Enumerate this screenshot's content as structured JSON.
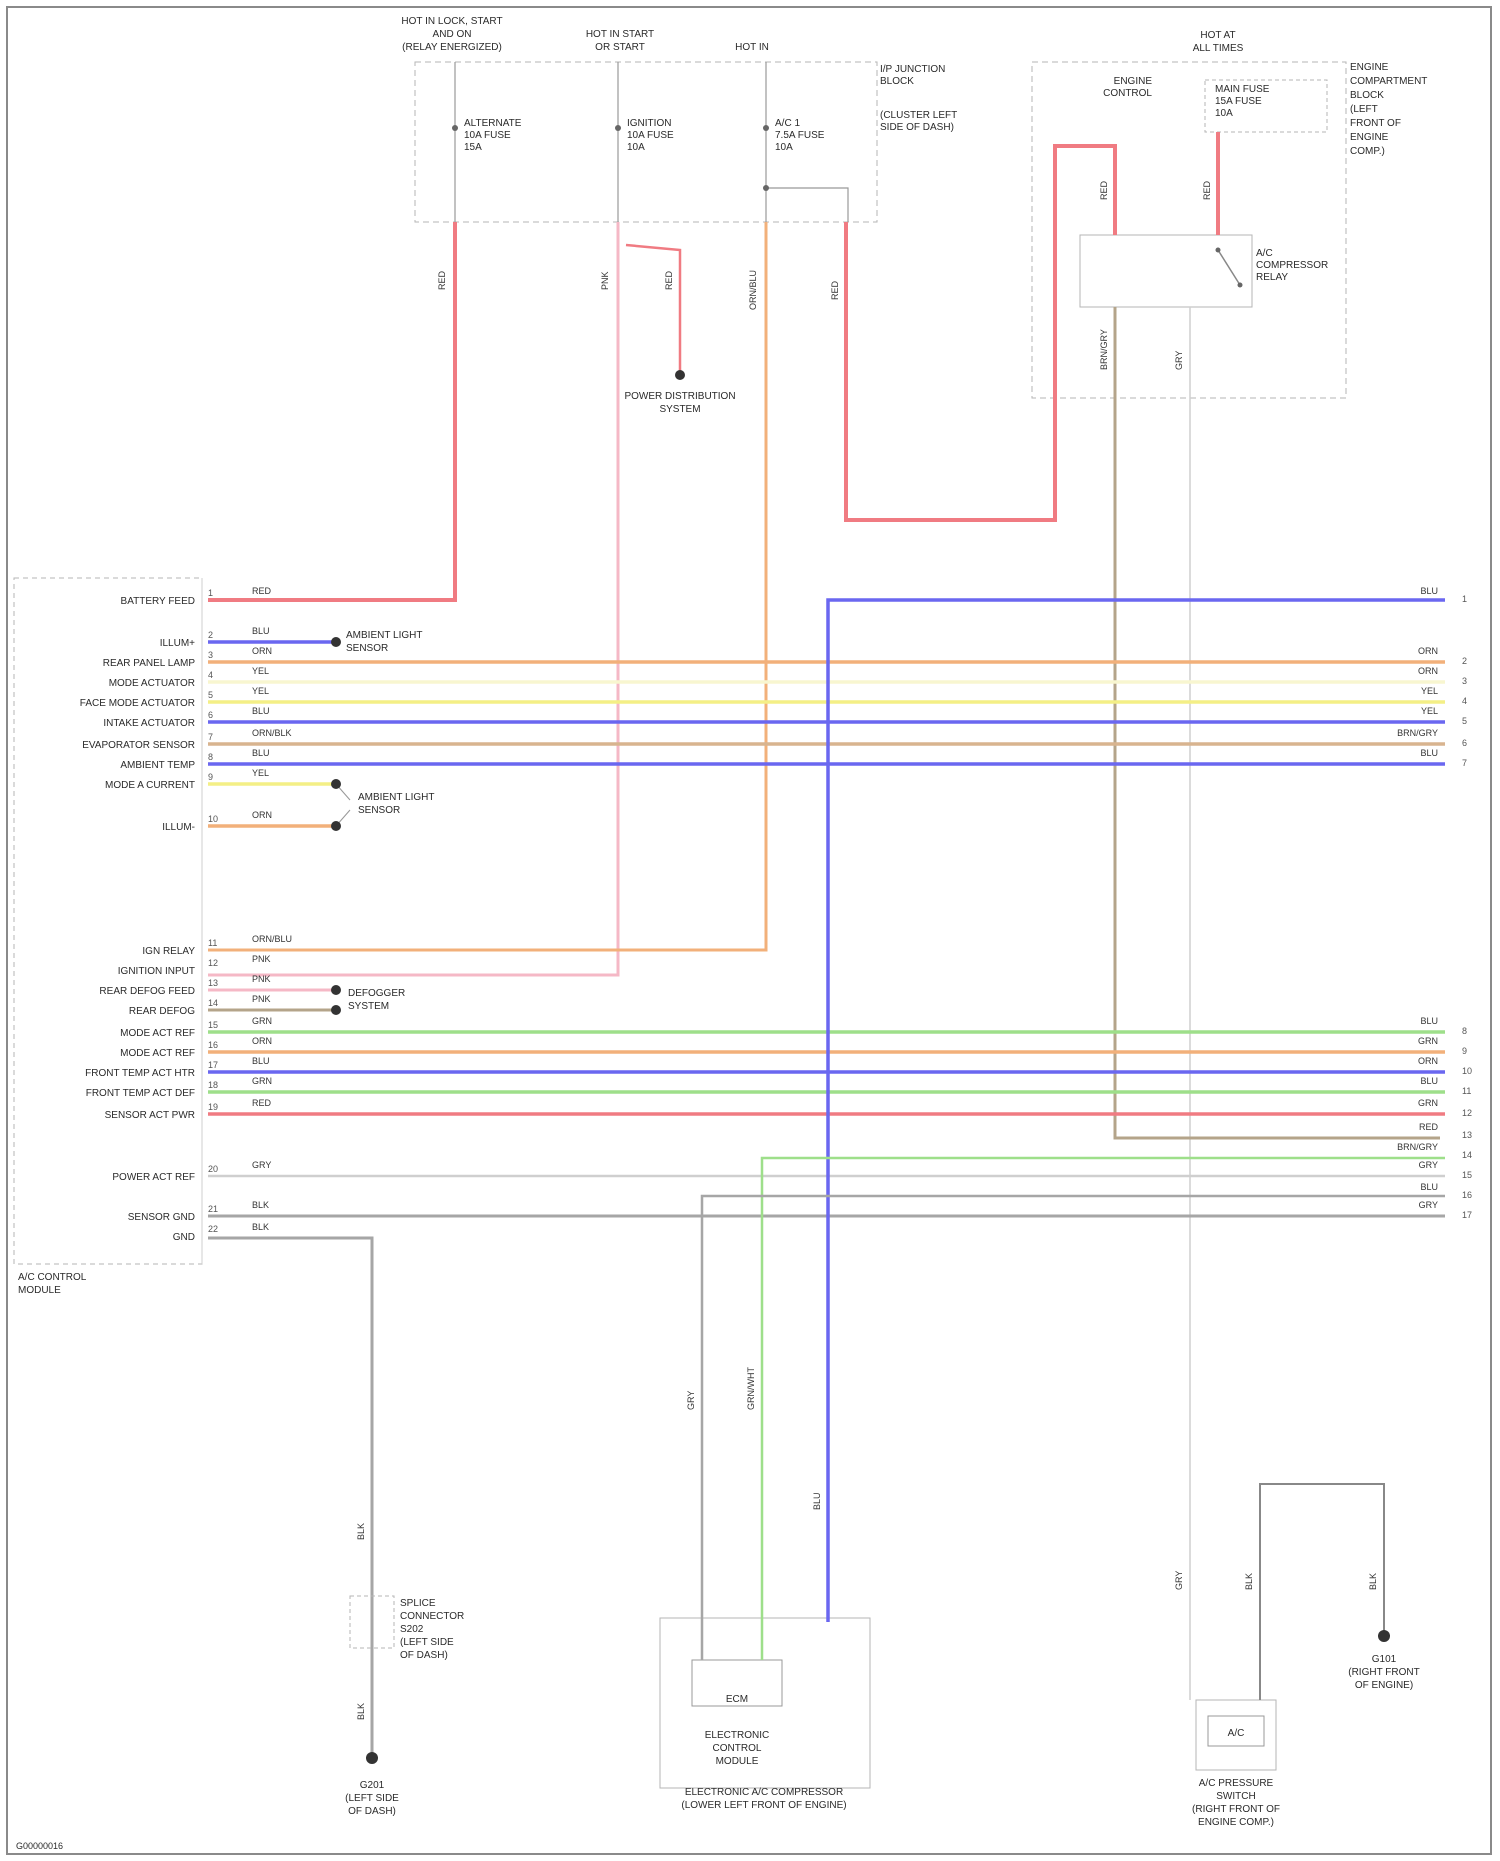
{
  "diagram_id": "G00000016",
  "top": {
    "hot_all_label": [
      "HOT IN LOCK, START",
      "AND ON",
      "(RELAY ENERGIZED)"
    ],
    "hot_start_label": [
      "HOT IN START",
      "OR START"
    ],
    "hot_on_label": "HOT IN",
    "fuse1": [
      "ALTERNATE",
      "10A FUSE",
      "15A"
    ],
    "fuse2": [
      "IGNITION",
      "10A FUSE",
      "10A"
    ],
    "fuse3": [
      "A/C 1",
      "7.5A FUSE",
      "10A"
    ],
    "ipb_label": [
      "I/P JUNCTION",
      "BLOCK",
      "(CLUSTER LEFT",
      "SIDE OF DASH)"
    ],
    "hot_at_all": [
      "HOT AT",
      "ALL TIMES"
    ],
    "relay_label": [
      "ENGINE",
      "CONTROL",
      "RELAY"
    ],
    "fuse4": [
      "MAIN FUSE",
      "15A FUSE",
      "10A"
    ],
    "ecb_label": [
      "ENGINE",
      "COMPARTMENT",
      "BLOCK",
      "(LEFT",
      "FRONT OF",
      "ENGINE",
      "COMP.)"
    ],
    "ac_relay": [
      "A/C",
      "COMPRESSOR",
      "RELAY"
    ],
    "power_dist": [
      "POWER DISTRIBUTION",
      "SYSTEM"
    ]
  },
  "module": {
    "name": [
      "A/C CONTROL",
      "MODULE"
    ],
    "pins": [
      {
        "label": "BATTERY FEED",
        "color": "RED"
      },
      {
        "label": "ILLUM+",
        "color": "BLU"
      },
      {
        "label": "REAR PANEL LAMP",
        "color": "ORN"
      },
      {
        "label": "MODE ACTUATOR",
        "color": "YEL"
      },
      {
        "label": "FACE MODE ACTUATOR",
        "color": "YEL"
      },
      {
        "label": "INTAKE ACTUATOR",
        "color": "BLU"
      },
      {
        "label": "EVAPORATOR SENSOR",
        "color": "ORN/BLK"
      },
      {
        "label": "AMBIENT TEMP",
        "color": "BLU"
      },
      {
        "label": "MODE A CURRENT",
        "color": "YEL"
      },
      {
        "label": "ILLUM-",
        "color": "ORN"
      },
      {
        "label": "IGN RELAY",
        "color": "ORN/BLU"
      },
      {
        "label": "IGNITION INPUT",
        "color": "PNK"
      },
      {
        "label": "REAR DEFOG FEED",
        "color": "PNK"
      },
      {
        "label": "REAR DEFOG",
        "color": "PNK"
      },
      {
        "label": "MODE ACT REF",
        "color": "GRN"
      },
      {
        "label": "MODE ACT REF",
        "color": "ORN"
      },
      {
        "label": "FRONT TEMP ACT HTR",
        "color": "BLU"
      },
      {
        "label": "FRONT TEMP ACT DEF",
        "color": "GRN"
      },
      {
        "label": "SENSOR ACT PWR",
        "color": "RED"
      },
      {
        "label": "POWER ACT REF",
        "color": "GRY"
      },
      {
        "label": "SENSOR GND",
        "color": "BLK"
      },
      {
        "label": "GND",
        "color": "BLK"
      }
    ],
    "pin_numbers": [
      "1",
      "2",
      "3",
      "4",
      "5",
      "6",
      "7",
      "8",
      "9",
      "10",
      "11",
      "12",
      "13",
      "14",
      "15",
      "16",
      "17",
      "18",
      "19",
      "20",
      "21",
      "22"
    ]
  },
  "side_labels": {
    "ambient_light": [
      "AMBIENT LIGHT",
      "SENSOR"
    ],
    "ambient_light2": [
      "AMBIENT LIGHT",
      "SENSOR"
    ],
    "defogger": [
      "DEFOGGER",
      "SYSTEM"
    ]
  },
  "right_codes": [
    "BLU",
    "ORN",
    "ORN",
    "YEL",
    "YEL",
    "BRN/GRY",
    "BLU",
    "BLU",
    "GRN",
    "ORN",
    "BLU",
    "GRN",
    "RED",
    "BRN/GRY",
    "GRY",
    "BLU",
    "GRY"
  ],
  "right_pins": [
    "1",
    "2",
    "3",
    "4",
    "5",
    "6",
    "7",
    "8",
    "9",
    "10",
    "11",
    "12",
    "13",
    "14",
    "15",
    "16",
    "17"
  ],
  "bottom": {
    "splice": [
      "SPLICE",
      "CONNECTOR",
      "S202",
      "(LEFT SIDE",
      "OF DASH)"
    ],
    "ground_left": [
      "G201",
      "(LEFT SIDE",
      "OF DASH)"
    ],
    "ecm": [
      "ELECTRONIC",
      "CONTROL",
      "MODULE"
    ],
    "ecm_sub": [
      "ELECTRONIC A/C COMPRESSOR",
      "(LOWER LEFT FRONT OF ENGINE)"
    ],
    "ecm_box": "ECM",
    "pressure": [
      "A/C PRESSURE",
      "SWITCH",
      "(RIGHT FRONT OF",
      "ENGINE COMP.)"
    ],
    "ground_right": [
      "G101",
      "(RIGHT FRONT",
      "OF ENGINE)"
    ],
    "pressure_box": "A/C"
  },
  "colors": {
    "red": "#f07b82",
    "pink": "#f5b8c6",
    "orange": "#f2b07a",
    "yellow": "#f4ef86",
    "blue": "#6a67f0",
    "green": "#9edf8a",
    "olive": "#b4a48a",
    "gray": "#a6a6a6",
    "box": "#b5b5b5"
  }
}
